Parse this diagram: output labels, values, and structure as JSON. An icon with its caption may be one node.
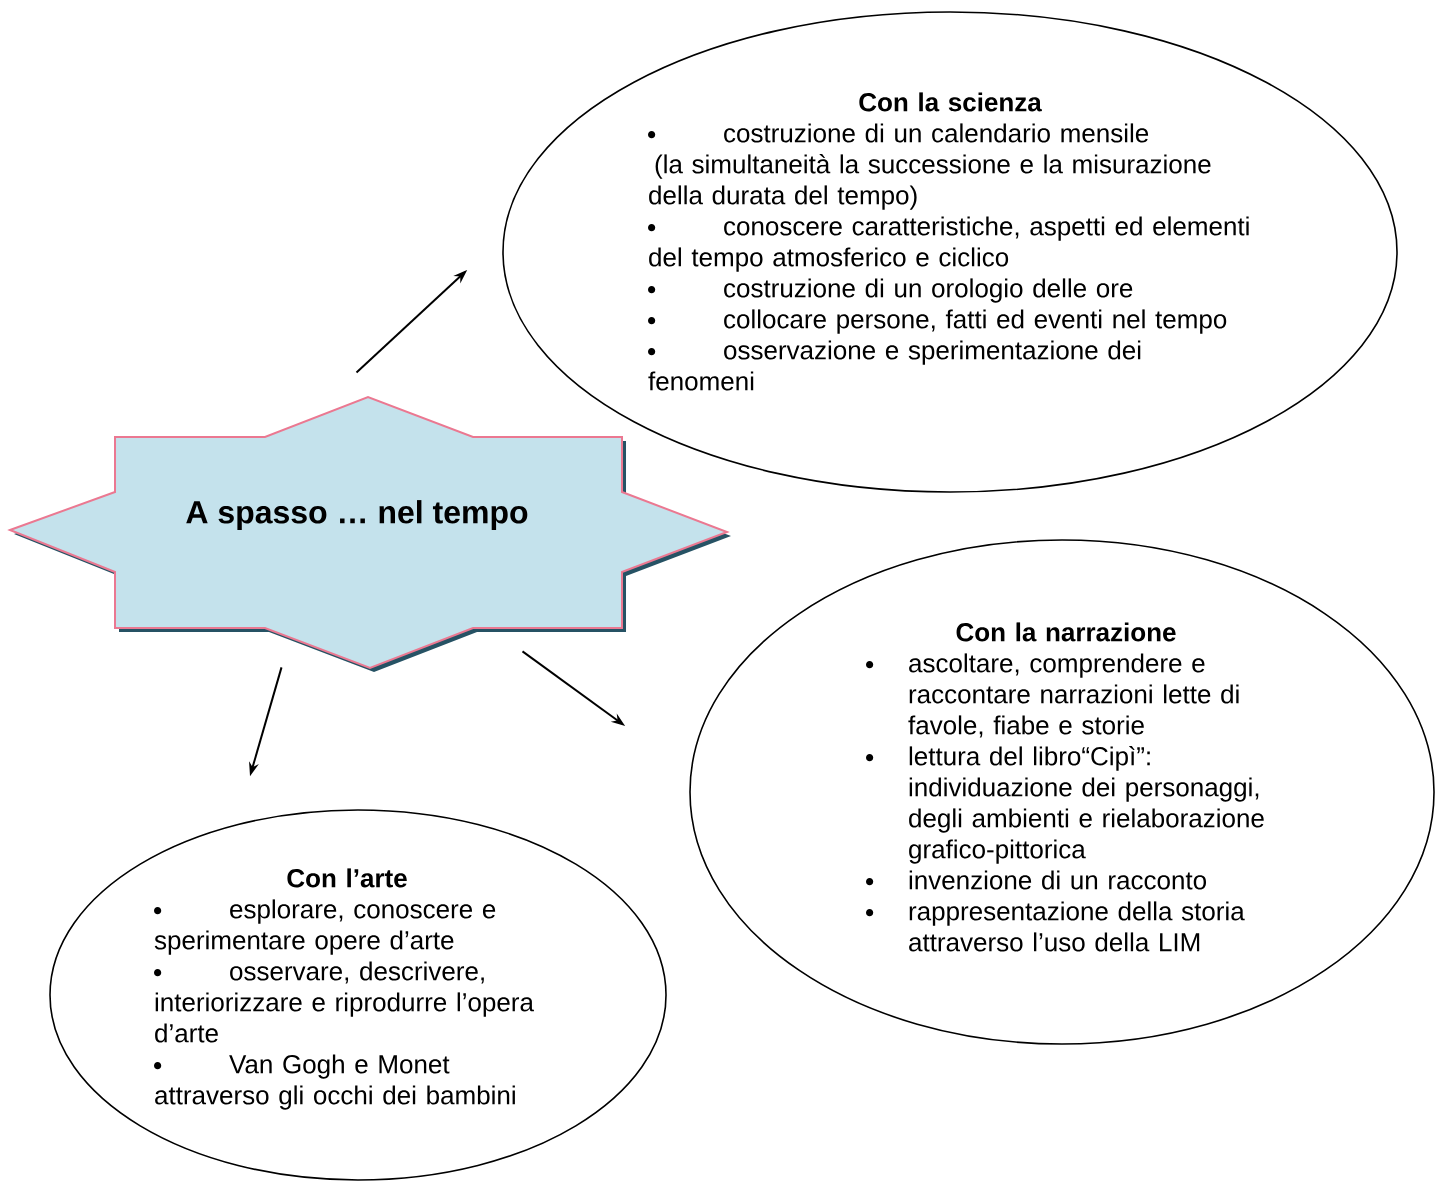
{
  "diagram": {
    "nodes": [
      {
        "text": [
          "A spasso … nel tempo"
        ]
      },
      {
        "text": [
          "Con la scienza",
          "costruzione di un calendario mensile",
          "(la simultaneità la successione e la misurazione della durata del tempo)",
          "conoscere caratteristiche, aspetti ed elementi del tempo atmosferico e ciclico",
          "costruzione di un orologio delle ore",
          "collocare persone, fatti ed eventi nel tempo",
          "osservazione e sperimentazione dei fenomeni"
        ]
      },
      {
        "text": [
          "Con la narrazione",
          "ascoltare, comprendere e raccontare narrazioni lette di favole, fiabe e storie",
          "lettura del libro“Cipì”: individuazione dei personaggi, degli ambienti e rielaborazione grafico-pittorica",
          "invenzione di un racconto",
          "rappresentazione della storia attraverso l’uso della LIM"
        ]
      },
      {
        "text": [
          "Con l’arte",
          "esplorare, conoscere e sperimentare opere d’arte",
          "osservare, descrivere, interiorizzare e riprodurre l’opera d’arte",
          "Van Gogh e Monet attraverso gli occhi dei bambini"
        ]
      }
    ],
    "edges": [
      {
        "from": 0,
        "to": 1,
        "arrow": "to"
      },
      {
        "from": 0,
        "to": 2,
        "arrow": "to"
      },
      {
        "from": 0,
        "to": 3,
        "arrow": "to"
      }
    ]
  }
}
